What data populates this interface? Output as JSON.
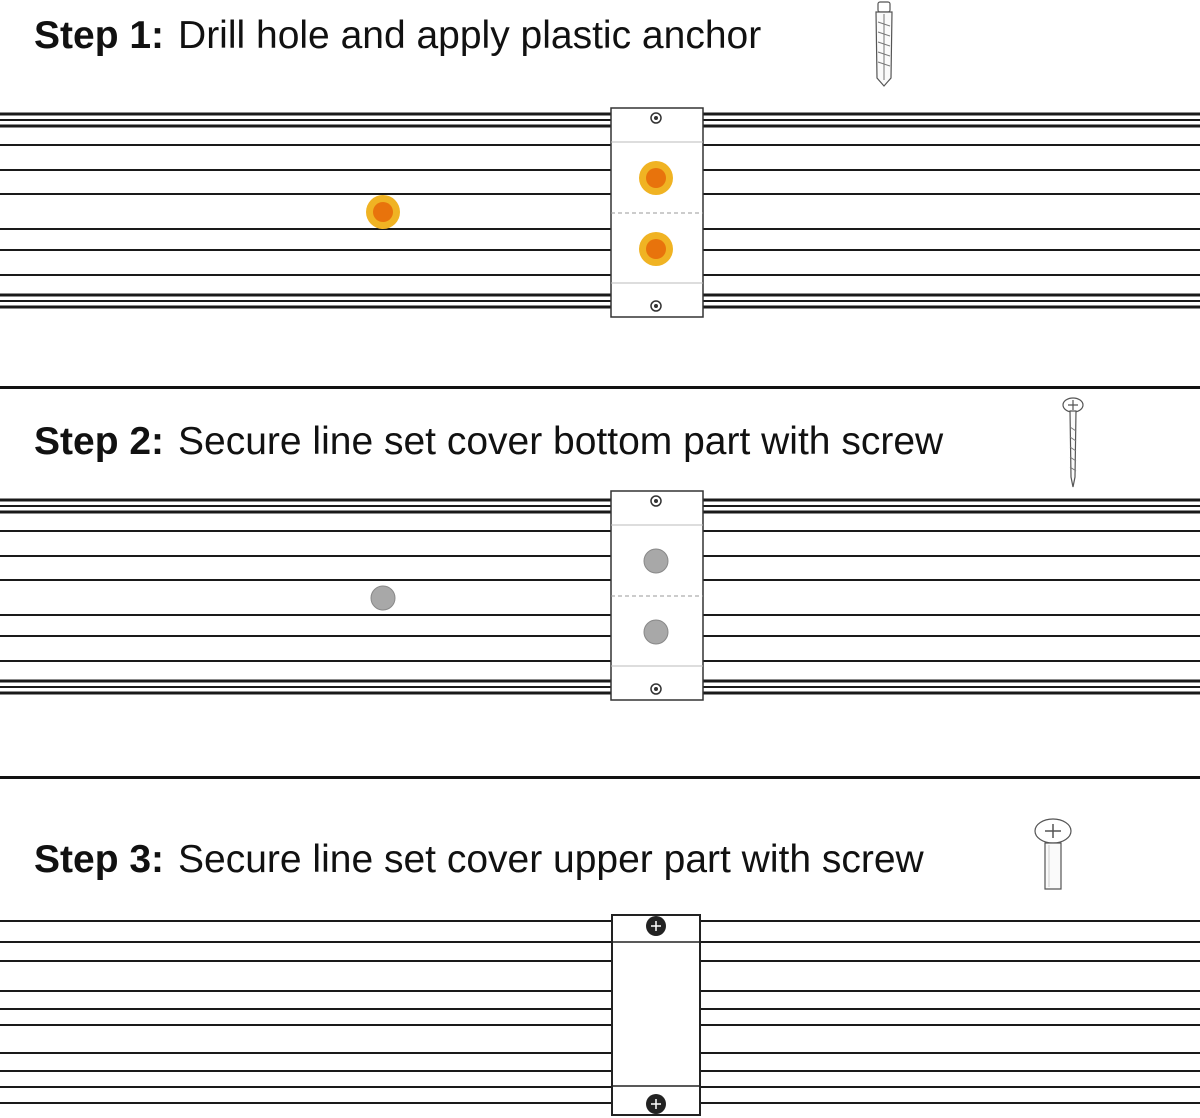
{
  "steps": [
    {
      "label": "Step 1:",
      "text": "Drill hole and apply plastic anchor",
      "part_icon": "plastic-anchor-icon"
    },
    {
      "label": "Step 2:",
      "text": "Secure line set cover bottom part with screw",
      "part_icon": "long-screw-icon"
    },
    {
      "label": "Step 3:",
      "text": "Secure line set cover upper part with screw",
      "part_icon": "pan-head-screw-icon"
    }
  ],
  "colors": {
    "anchor_hole": "#e8730c",
    "anchor_ring": "#f0b323",
    "screw_hole": "#a8a8a8",
    "lines": "#1a1a1a"
  }
}
